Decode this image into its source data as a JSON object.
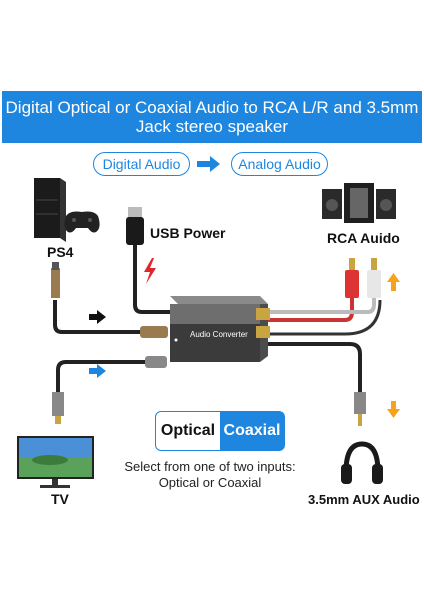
{
  "banner": {
    "line1": "Digital Optical or Coaxial Audio to RCA L/R and 3.5mm",
    "line2": "Jack stereo speaker"
  },
  "flow": {
    "from_label": "Digital Audio",
    "to_label": "Analog Audio"
  },
  "devices": {
    "ps4": "PS4",
    "usb_power": "USB Power",
    "rca": "RCA Auido",
    "tv": "TV",
    "aux": "3.5mm AUX Audio"
  },
  "converter": {
    "name": "Audio Converter"
  },
  "input_select": {
    "optical": "Optical",
    "coaxial": "Coaxial",
    "note_line1": "Select from one of two inputs:",
    "note_line2": "Optical or Coaxial"
  },
  "colors": {
    "accent": "#1e86df",
    "arrow_orange": "#f5a31a",
    "bolt_red": "#e0262b"
  }
}
